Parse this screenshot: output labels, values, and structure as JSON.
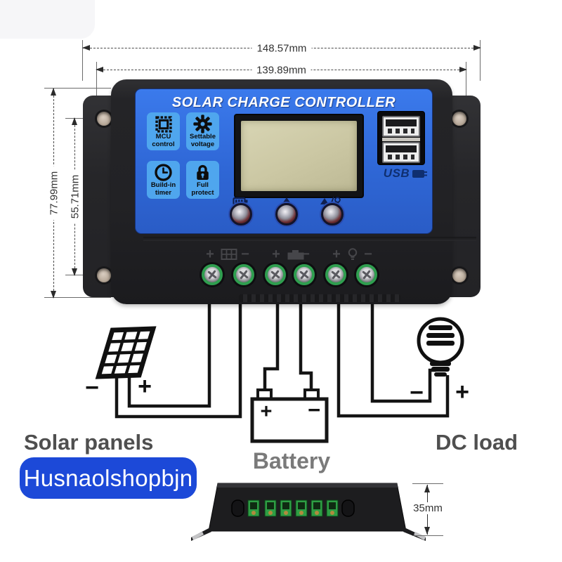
{
  "dimensions": {
    "width_outer": "148.57mm",
    "width_inner": "139.89mm",
    "height_outer": "77.99mm",
    "height_inner": "55.71mm",
    "side_height": "35mm"
  },
  "controller": {
    "title": "SOLAR CHARGE CONTROLLER",
    "features": [
      {
        "icon": "chip-icon",
        "line1": "MCU",
        "line2": "control"
      },
      {
        "icon": "gear-icon",
        "line1": "Settable",
        "line2": "voltage"
      },
      {
        "icon": "clock-icon",
        "line1": "Build-in",
        "line2": "timer"
      },
      {
        "icon": "lock-icon",
        "line1": "Full",
        "line2": "protect"
      }
    ],
    "usb_label": "USB",
    "button_icons": [
      "battery-icon",
      "up-arrow-icon",
      "up-arrow-lamp-icon"
    ],
    "terminal_groups": [
      {
        "symbol": "solar-panel-symbol",
        "plus": "+",
        "minus": "−"
      },
      {
        "symbol": "battery-symbol",
        "plus": "+",
        "minus": "−"
      },
      {
        "symbol": "lamp-symbol",
        "plus": "+",
        "minus": "−"
      }
    ]
  },
  "wiring": {
    "solar_label": "Solar panels",
    "solar_minus": "−",
    "solar_plus": "+",
    "battery_label": "Battery",
    "battery_plus": "+",
    "battery_minus": "−",
    "load_label": "DC load",
    "load_minus": "−",
    "load_plus": "+"
  },
  "brand": {
    "shop_name": "Husnaolshopbjn",
    "pill_color": "#1c49d8"
  },
  "colors": {
    "panel_blue": "#2f67d6",
    "tile_blue": "#4fa6ee",
    "lcd_beige": "#cbc7a3",
    "terminal_green": "#2f9e4f",
    "dim_line": "#4a4a4a"
  }
}
